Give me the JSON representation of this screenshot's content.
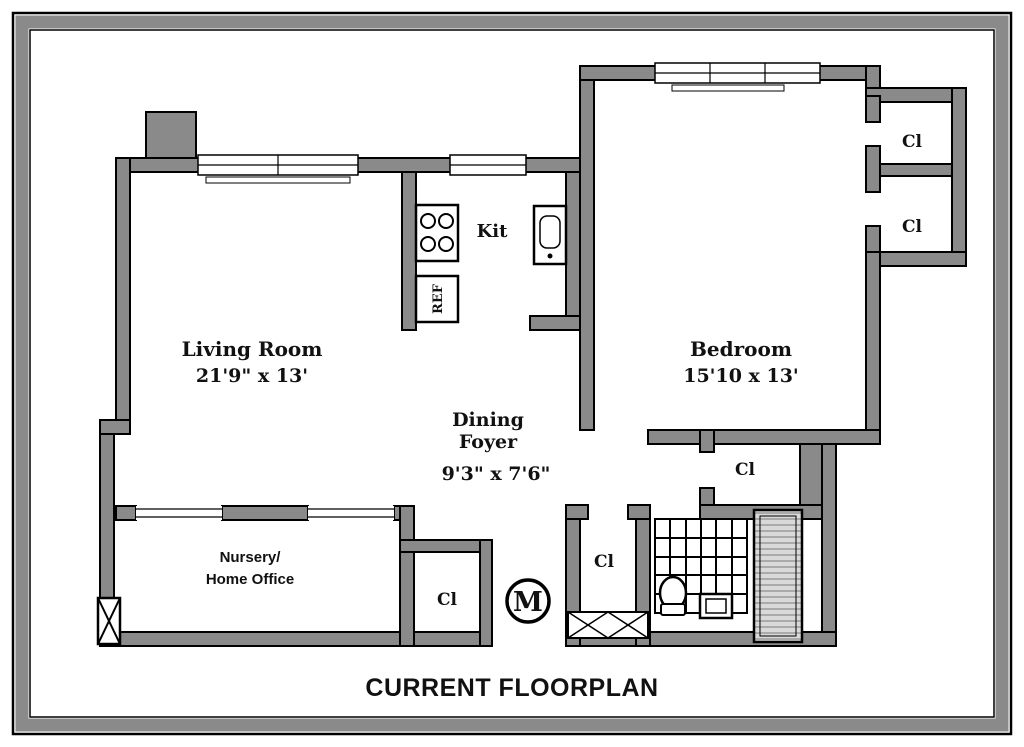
{
  "title": "CURRENT FLOORPLAN",
  "rooms": {
    "living": {
      "name": "Living Room",
      "dims": "21'9\" x 13'"
    },
    "kitchen": {
      "name": "Kit"
    },
    "bedroom": {
      "name": "Bedroom",
      "dims": "15'10 x 13'"
    },
    "dining": {
      "line1": "Dining",
      "line2": "Foyer",
      "dims": "9'3\" x 7'6\""
    },
    "nursery": {
      "line1": "Nursery/",
      "line2": "Home Office"
    }
  },
  "closets": [
    {
      "label": "Cl",
      "location": "bedroom-upper-right"
    },
    {
      "label": "Cl",
      "location": "bedroom-lower-right"
    },
    {
      "label": "Cl",
      "location": "bedroom-bottom"
    },
    {
      "label": "Cl",
      "location": "center-hall"
    },
    {
      "label": "Cl",
      "location": "nursery-side"
    }
  ],
  "fixtures": {
    "refrigerator": "REF",
    "elevator": "M"
  },
  "colors": {
    "wall": "#8a8a8a",
    "outline": "#000000",
    "background": "#ffffff",
    "tub": "#d9d9d9"
  }
}
